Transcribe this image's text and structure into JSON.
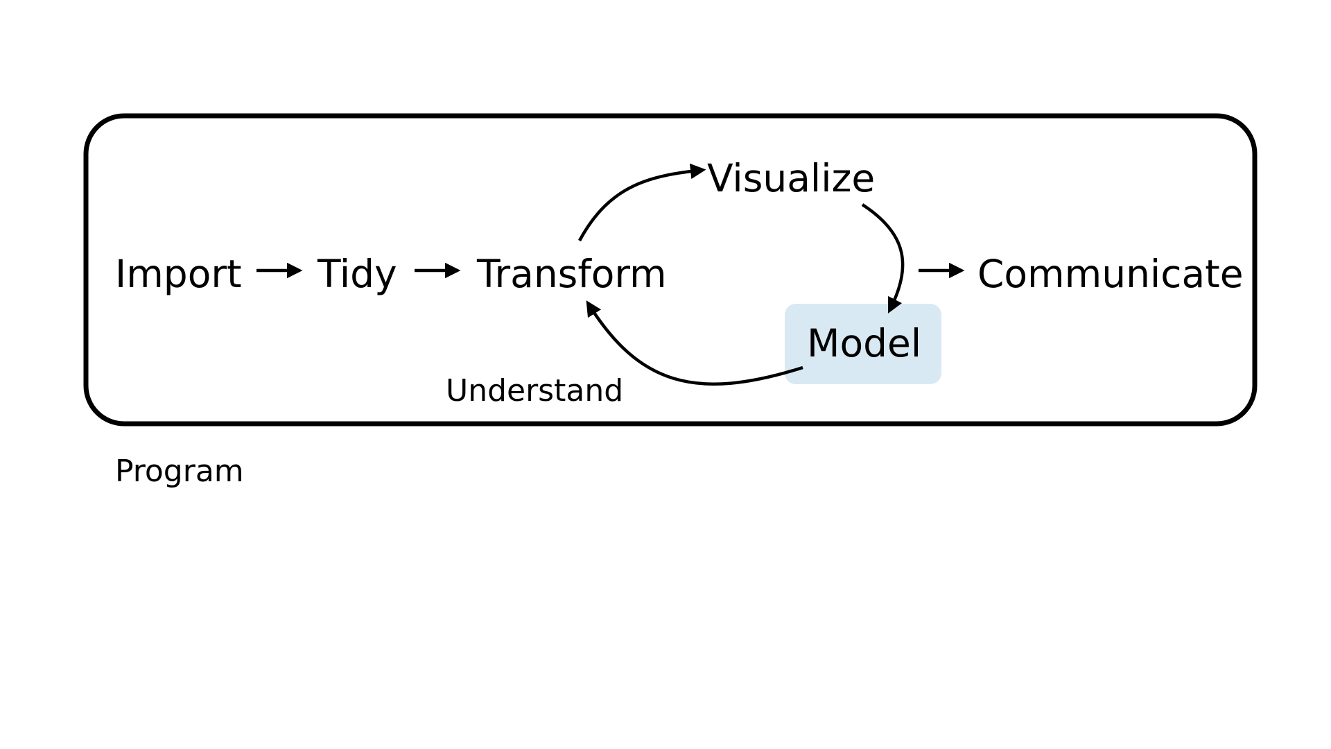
{
  "nodes": {
    "import": "Import",
    "tidy": "Tidy",
    "transform": "Transform",
    "visualize": "Visualize",
    "model": "Model",
    "communicate": "Communicate"
  },
  "labels": {
    "understand": "Understand",
    "program": "Program"
  },
  "colors": {
    "model_highlight": "#d9e9f3",
    "stroke": "#000000"
  },
  "edges": [
    {
      "from": "Import",
      "to": "Tidy"
    },
    {
      "from": "Tidy",
      "to": "Transform"
    },
    {
      "from": "Transform",
      "to": "Visualize"
    },
    {
      "from": "Visualize",
      "to": "Model"
    },
    {
      "from": "Model",
      "to": "Transform"
    },
    {
      "from": "Visualize",
      "to": "Communicate"
    }
  ]
}
